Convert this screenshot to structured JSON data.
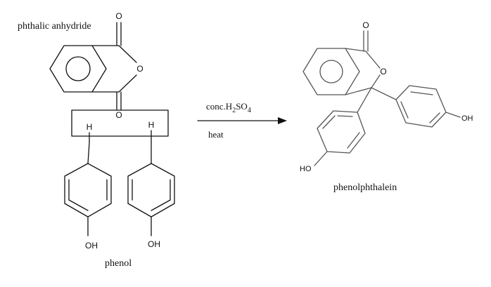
{
  "reactants": {
    "phthalic_anhydride_label": "phthalic anhydride",
    "phenol_label": "phenol",
    "anhydride_atoms": {
      "o_top": "O",
      "o_ring": "O",
      "o_bottom": "O"
    },
    "phenol_atoms": {
      "h_left": "H",
      "h_right": "H",
      "oh_left": "OH",
      "oh_right": "OH"
    }
  },
  "reaction": {
    "catalyst_prefix": "conc.H",
    "catalyst_sub1": "2",
    "catalyst_mid": "SO",
    "catalyst_sub2": "4",
    "condition": "heat"
  },
  "product": {
    "label": "phenolphthalein",
    "atoms": {
      "o_carbonyl": "O",
      "o_ring": "O",
      "oh_right": "OH",
      "oh_left": "HO"
    }
  },
  "colors": {
    "reactant_lines": "#111111",
    "product_lines": "#555555",
    "text": "#111111"
  }
}
